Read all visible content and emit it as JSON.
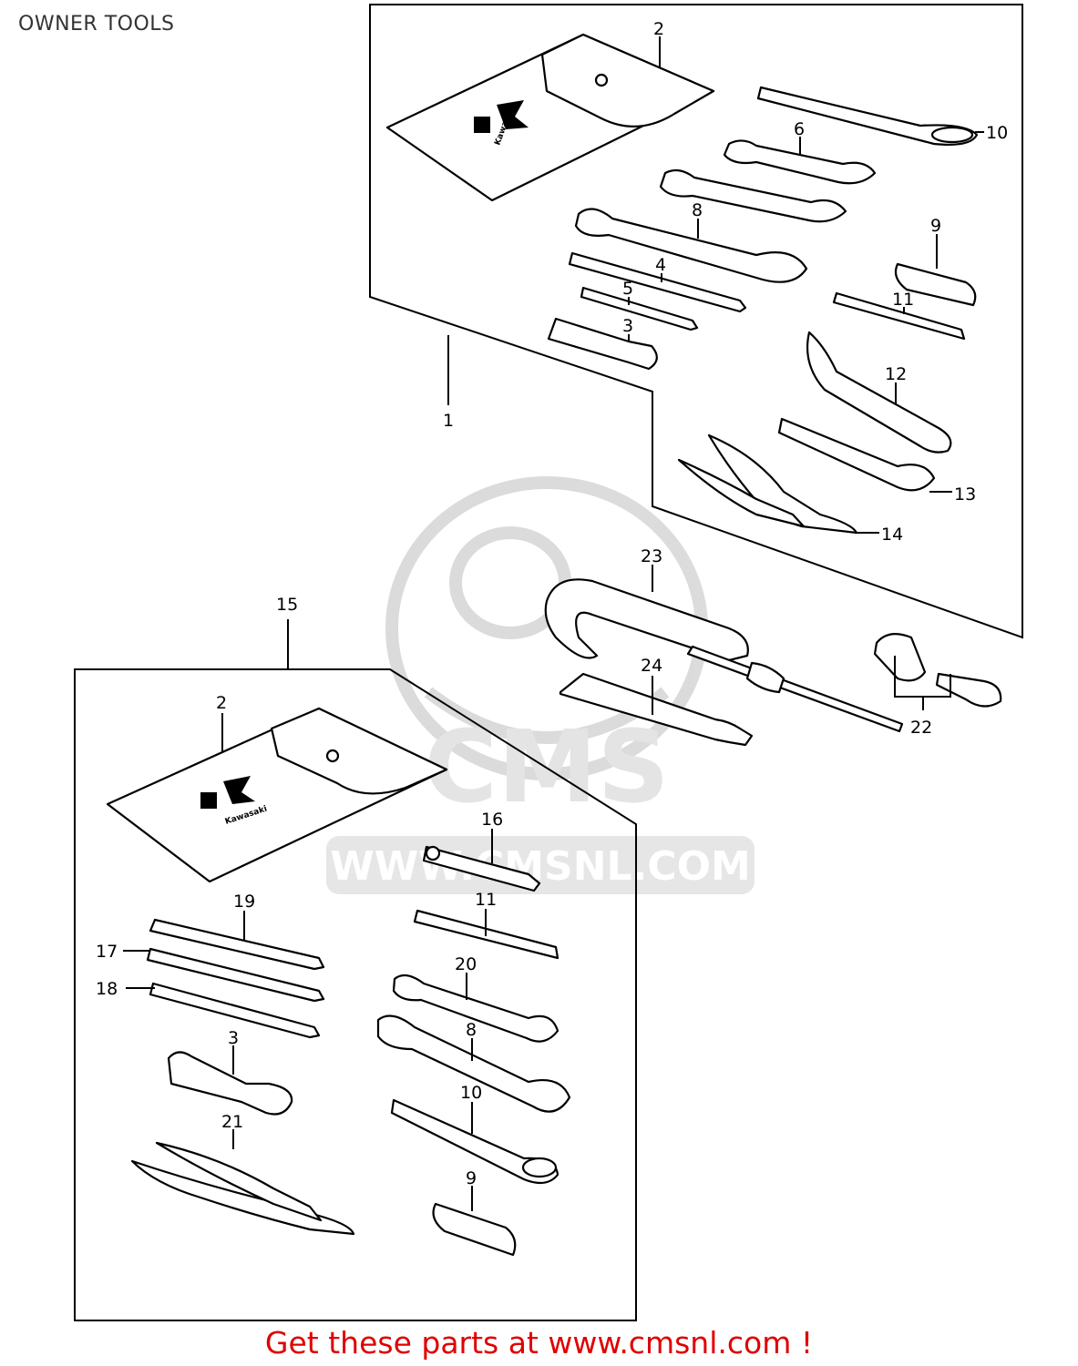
{
  "header": {
    "title": "OWNER TOOLS"
  },
  "watermark": {
    "logo_text": "CMS",
    "url_text": "WWW.CMSNL.COM"
  },
  "pouch": {
    "brand_text": "Kawasaki"
  },
  "footer": {
    "link_text": "Get these parts at www.cmsnl.com !",
    "color": "#e00000"
  },
  "callouts": {
    "c1": "1",
    "c2a": "2",
    "c3a": "3",
    "c4": "4",
    "c5": "5",
    "c6": "6",
    "c8a": "8",
    "c9a": "9",
    "c10a": "10",
    "c11a": "11",
    "c12": "12",
    "c13": "13",
    "c14": "14",
    "c15": "15",
    "c2b": "2",
    "c16": "16",
    "c11b": "11",
    "c17": "17",
    "c18": "18",
    "c19": "19",
    "c20": "20",
    "c3b": "3",
    "c8b": "8",
    "c10b": "10",
    "c21": "21",
    "c9b": "9",
    "c22": "22",
    "c23": "23",
    "c24": "24"
  }
}
